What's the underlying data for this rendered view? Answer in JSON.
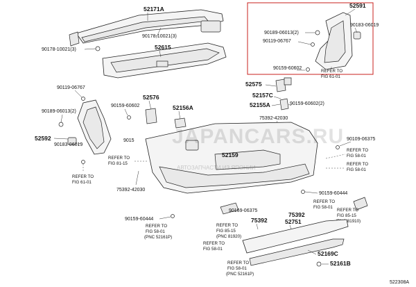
{
  "diagram_id": "522308A",
  "watermark": {
    "main": "JAPANCARS.RU",
    "sub": "АВТОЗАПЧАСТИ ИЗ ЯПОНИИ"
  },
  "labels": {
    "p52171A": "52171A",
    "p90178_3a": "90178-10021(3)",
    "p90178_3b": "90178-10021(3)",
    "p52615": "52615",
    "p52591": "52591",
    "p90183_r": "90183-06019",
    "p90189_2r": "90189-06013(2)",
    "p90119_r": "90119-06767",
    "p90159_r": "90159-60602",
    "p52575": "52575",
    "p52157C": "52157C",
    "p52155A": "52155A",
    "p90159_2c": "90159-60602(2)",
    "p75392_top": "75392-42030",
    "p90119_l": "90119-06767",
    "p52576": "52576",
    "p90159_l": "90159-60602",
    "p52156A": "52156A",
    "p90189_2l": "90189-06013(2)",
    "p52592": "52592",
    "p90183_l": "90183-06019",
    "p90159_cut": "9015",
    "p52159": "52159",
    "p90109_r": "90109-06375",
    "p90159_60444r": "90159-60444",
    "p75392_r": "75392",
    "p75392_l": "75392-42030",
    "p90159_60444l": "90159-60444",
    "p90169": "90169-06375",
    "p75392_c": "75392",
    "p52751": "52751",
    "p52169C": "52169C",
    "p52161B": "52161B"
  },
  "refs": {
    "ref_61_01_r": {
      "line1": "REFER TO",
      "line2": "FIG 61-01"
    },
    "ref_61_01_l": {
      "line1": "REFER TO",
      "line2": "FIG 61-01"
    },
    "ref_81_15": {
      "line1": "REFER TO",
      "line2": "FIG 81-15"
    },
    "ref_58_01_r1": {
      "line1": "REFER TO",
      "line2": "FIG 58-01"
    },
    "ref_58_01_r2": {
      "line1": "REFER TO",
      "line2": "FIG 58-01"
    },
    "ref_58_01_r3": {
      "line1": "REFER TO",
      "line2": "FIG 58-01"
    },
    "ref_85_15_r": {
      "line1": "REFER TO",
      "line2": "FIG 85-15",
      "line3": "(PNC 81910)"
    },
    "ref_58_01_bl": {
      "line1": "REFER TO",
      "line2": "FIG 58-01",
      "line3": "(PNC 52161P)"
    },
    "ref_85_15_b": {
      "line1": "REFER TO",
      "line2": "FIG 85-15",
      "line3": "(PNC 81920)"
    },
    "ref_58_01_bm": {
      "line1": "REFER TO",
      "line2": "FIG 58-01"
    },
    "ref_58_01_bb": {
      "line1": "REFER TO",
      "line2": "FIG 58-01",
      "line3": "(PNC 52161P)"
    }
  }
}
